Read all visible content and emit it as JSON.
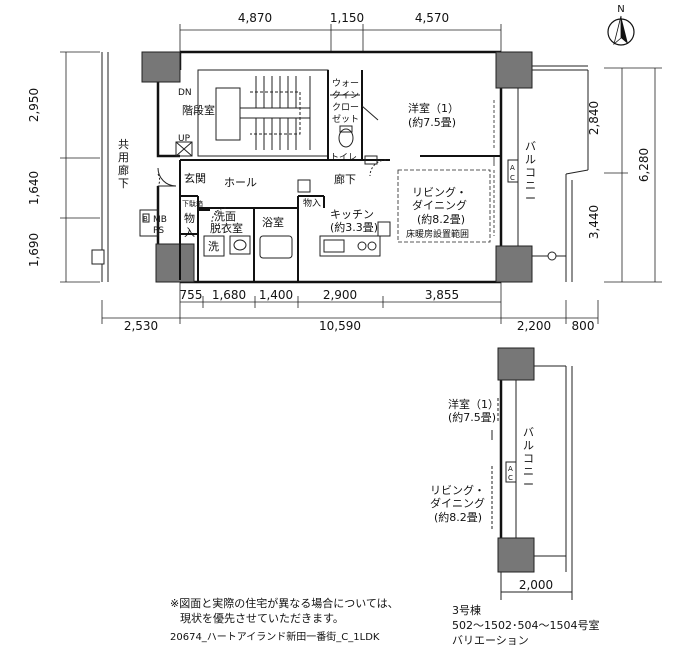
{
  "north": {
    "label": "N"
  },
  "dims_top": [
    "4,870",
    "1,150",
    "4,570"
  ],
  "dims_left": [
    "2,950",
    "1,640",
    "1,690"
  ],
  "dims_right": [
    "2,840",
    "3,440",
    "6,280"
  ],
  "dims_bottom_row1": [
    "755",
    "1,680",
    "1,400",
    "2,900",
    "3,855"
  ],
  "dims_bottom_row2": [
    "2,530",
    "10,590",
    "2,200",
    "800"
  ],
  "dims_variant": "2,000",
  "rooms": {
    "stair": "階段室",
    "dn": "DN",
    "up": "UP",
    "closet": [
      "ウォー",
      "クイン",
      "クロー",
      "ゼット"
    ],
    "western1": "洋室（1）",
    "western1_size": "(約7.5畳)",
    "corridor_shared": [
      "共",
      "用",
      "廊",
      "下"
    ],
    "toilet": "トイレ",
    "entrance": "玄関",
    "hall": "ホール",
    "hallway": "廊下",
    "shoebox": "下駄箱",
    "storage": [
      "物",
      "入"
    ],
    "mbps": [
      "MB",
      "PS"
    ],
    "wash": [
      "洗面",
      "脱衣室"
    ],
    "washer": "洗",
    "bath": "浴室",
    "storage2": "物入",
    "kitchen": "キッチン",
    "kitchen_size": "(約3.3畳)",
    "living": "リビング・",
    "dining": "ダイニング",
    "living_size": "(約8.2畳)",
    "floor_heating": "床暖房設置範囲",
    "balcony": [
      "バ",
      "ル",
      "コ",
      "ニ",
      "ー"
    ],
    "ac": [
      "A",
      "C"
    ]
  },
  "variant": {
    "western1": "洋室（1）",
    "western1_size": "(約7.5畳)",
    "living": "リビング・",
    "dining": "ダイニング",
    "living_size": "(約8.2畳)",
    "balcony": [
      "バ",
      "ル",
      "コ",
      "ニ",
      "ー"
    ]
  },
  "notes": {
    "disclaimer_1": "※図面と実際の住宅が異なる場合については、",
    "disclaimer_2": "現状を優先させていただきます。",
    "file_code": "20674_ハートアイランド新田一番街_C_1LDK",
    "building": "3号棟",
    "units": "502〜1502･504〜1504号室",
    "variation": "バリエーション"
  }
}
